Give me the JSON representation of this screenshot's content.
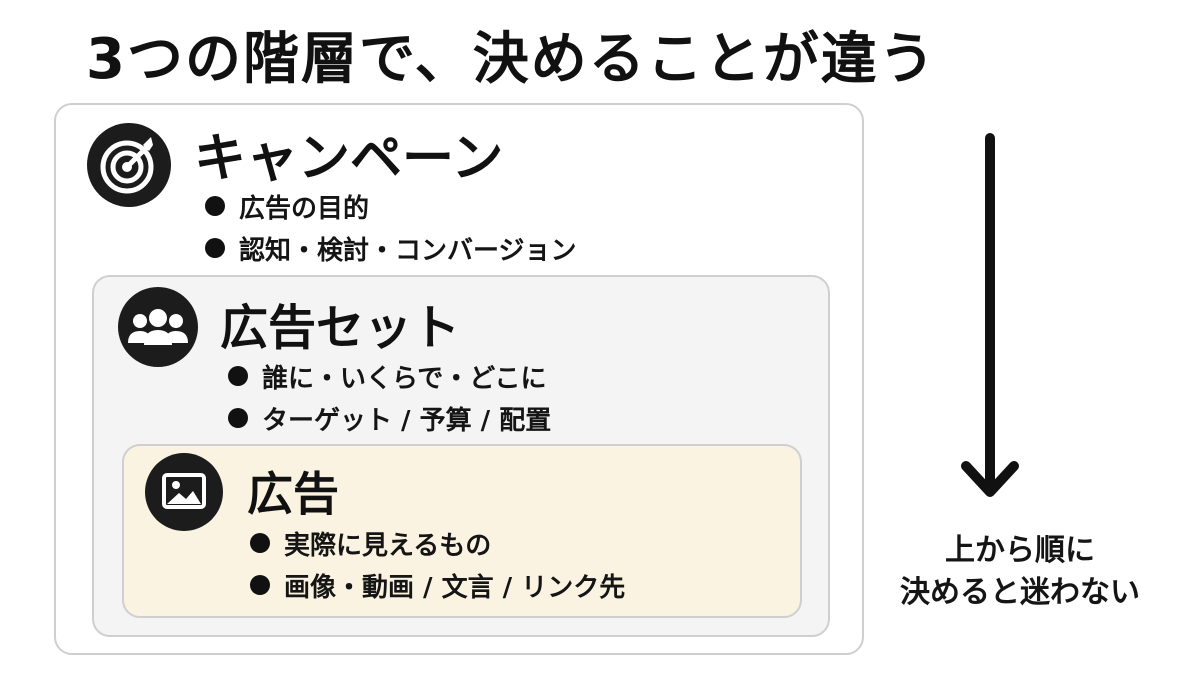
{
  "title": "3つの階層で、決めることが違う",
  "levels": [
    {
      "name": "キャンペーン",
      "icon": "target-icon",
      "bullets": [
        "広告の目的",
        "認知・検討・コンバージョン"
      ]
    },
    {
      "name": "広告セット",
      "icon": "people-group-icon",
      "bullets": [
        "誰に・いくらで・どこに",
        "ターゲット / 予算 / 配置"
      ]
    },
    {
      "name": "広告",
      "icon": "image-icon",
      "bullets": [
        "実際に見えるもの",
        "画像・動画 / 文言 / リンク先"
      ]
    }
  ],
  "flow_note": [
    "上から順に",
    "決めると迷わない"
  ],
  "colors": {
    "outer_box": "#ffffff",
    "middle_box": "#f4f4f4",
    "inner_box": "#fbf3e1",
    "icon_circle": "#1c1c1c",
    "border": "#cfcfcf"
  }
}
